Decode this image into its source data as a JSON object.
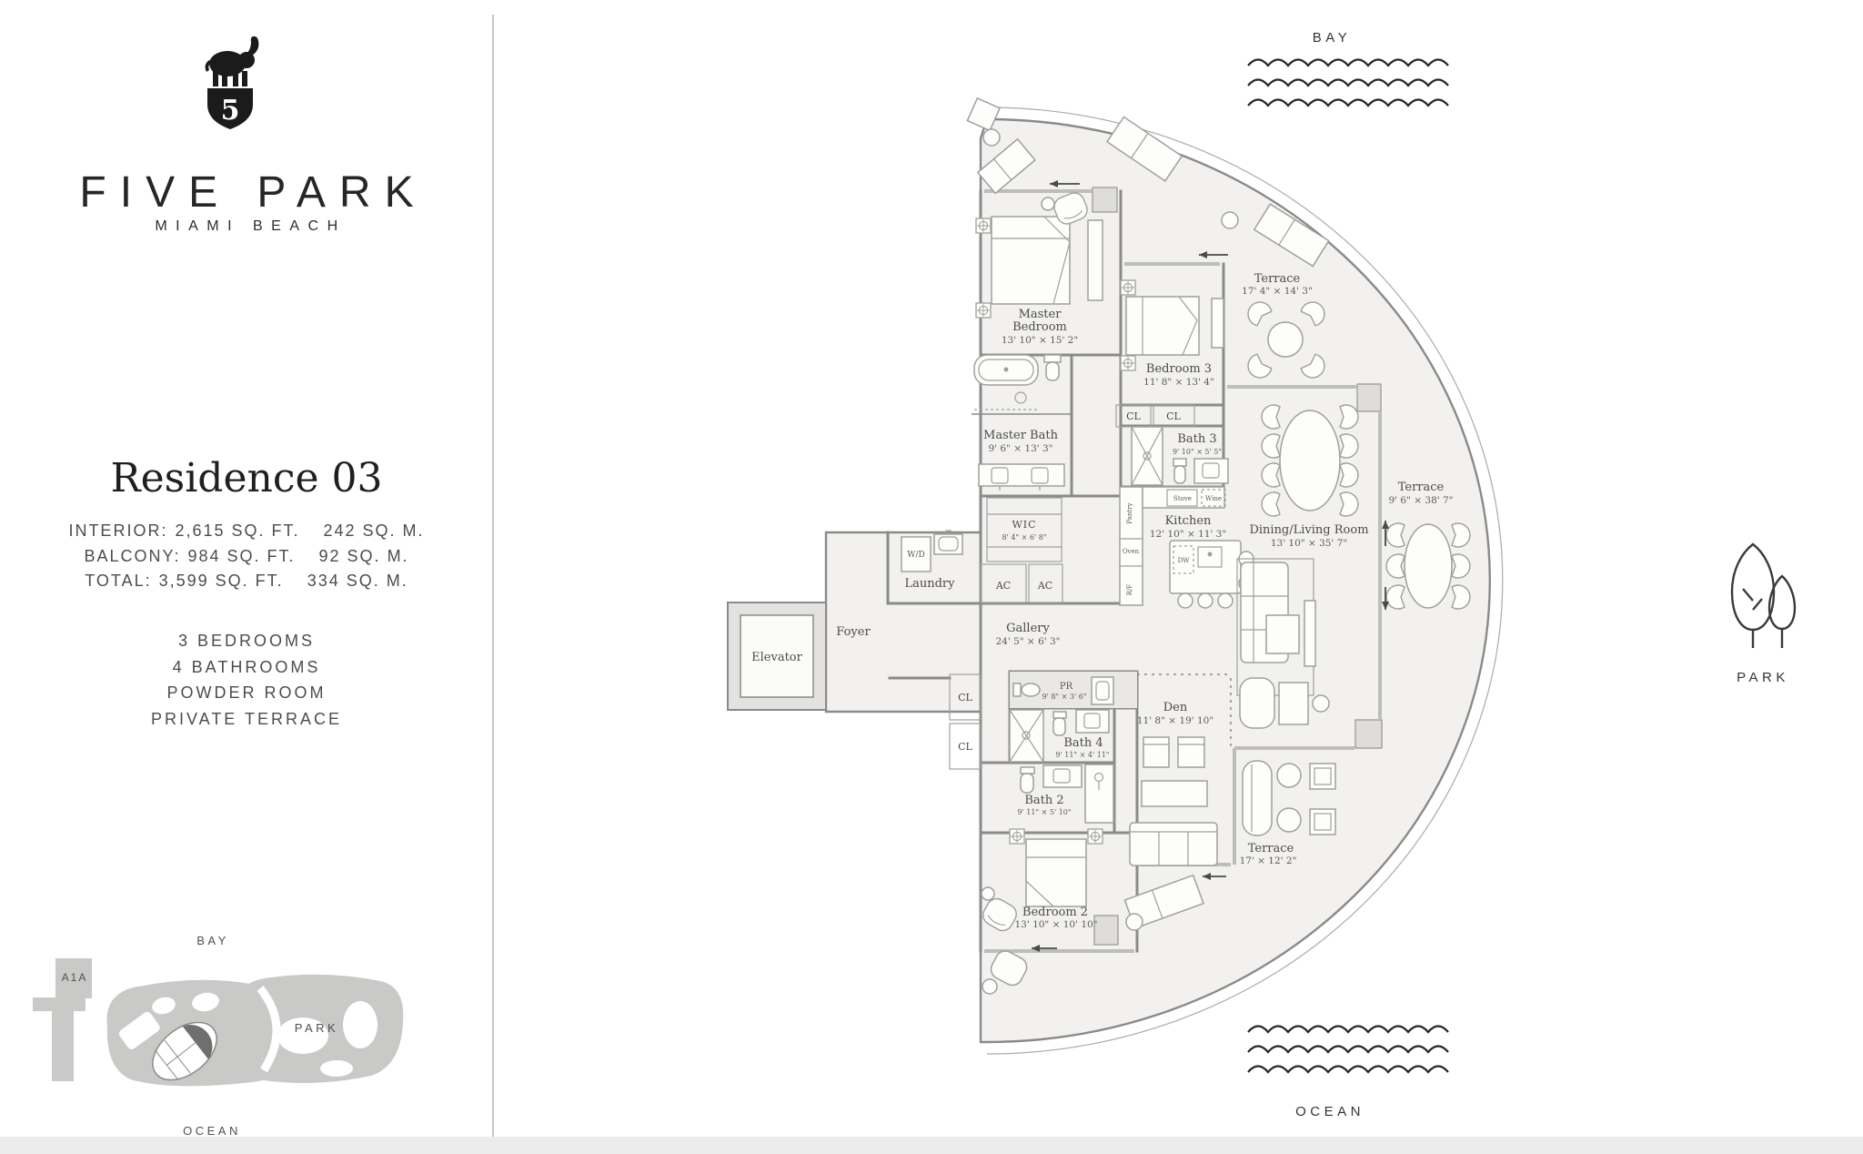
{
  "branding": {
    "logo": "elephant-shield-logo",
    "monogram": "5",
    "title": "FIVE PARK",
    "subtitle": "MIAMI BEACH"
  },
  "residence": {
    "title": "Residence 03",
    "specs": [
      {
        "label": "INTERIOR:",
        "imperial": "2,615 SQ. FT.",
        "metric": "242 SQ. M."
      },
      {
        "label": "BALCONY:",
        "imperial": "984 SQ. FT.",
        "metric": "92 SQ. M."
      },
      {
        "label": "TOTAL:",
        "imperial": "3,599 SQ. FT.",
        "metric": "334 SQ. M."
      }
    ],
    "features": [
      "3 BEDROOMS",
      "4 BATHROOMS",
      "POWDER ROOM",
      "PRIVATE TERRACE"
    ]
  },
  "minimap": {
    "bay": "BAY",
    "road": "A1A",
    "park": "PARK",
    "ocean": "OCEAN"
  },
  "surroundings": {
    "bay": "BAY",
    "ocean": "OCEAN",
    "park": "PARK"
  },
  "rooms": {
    "master_bedroom": {
      "line1": "Master",
      "line2": "Bedroom",
      "dims": "13' 10\" × 15' 2\""
    },
    "master_bath": {
      "name": "Master Bath",
      "dims": "9' 6\" × 13' 3\""
    },
    "wic": {
      "name": "WIC",
      "dims": "8' 4\" × 6' 8\""
    },
    "bedroom3": {
      "name": "Bedroom 3",
      "dims": "11' 8\" × 13' 4\""
    },
    "bath3": {
      "name": "Bath 3",
      "dims": "9' 10\" × 5' 5\""
    },
    "kitchen": {
      "name": "Kitchen",
      "dims": "12' 10\" × 11' 3\""
    },
    "dining_living": {
      "name": "Dining/Living Room",
      "dims": "13' 10\" × 35' 7\""
    },
    "gallery": {
      "name": "Gallery",
      "dims": "24' 5\" × 6' 3\""
    },
    "foyer": {
      "name": "Foyer"
    },
    "elevator": {
      "name": "Elevator"
    },
    "laundry": {
      "name": "Laundry"
    },
    "den": {
      "name": "Den",
      "dims": "11' 8\" × 19' 10\""
    },
    "pr": {
      "name": "PR",
      "dims": "9' 8\" × 3' 6\""
    },
    "bath4": {
      "name": "Bath 4",
      "dims": "9' 11\" × 4' 11\""
    },
    "bath2": {
      "name": "Bath 2",
      "dims": "9' 11\" × 5' 10\""
    },
    "bedroom2": {
      "name": "Bedroom 2",
      "dims": "13' 10\" × 10' 10\""
    },
    "terrace_top": {
      "name": "Terrace",
      "dims": "17' 4\" × 14' 3\""
    },
    "terrace_east": {
      "name": "Terrace",
      "dims": "9' 6\" × 38' 7\""
    },
    "terrace_south": {
      "name": "Terrace",
      "dims": "17' × 12' 2\""
    }
  },
  "fixtures": {
    "washer_dryer": "W/D",
    "ac": "AC",
    "closet": "CL",
    "stove": "Stove",
    "wine": "Wine",
    "dishwasher": "DW",
    "pantry": "Pantry",
    "oven": "Oven",
    "fridge": "R/F"
  },
  "colors": {
    "floor": "#f2f1ef",
    "wall": "#8a8a88",
    "accent_dark": "#1b1b1b",
    "map_gray": "#c9c9c8",
    "map_dark": "#6f6f6e",
    "text_gray": "#4c4c4c"
  }
}
